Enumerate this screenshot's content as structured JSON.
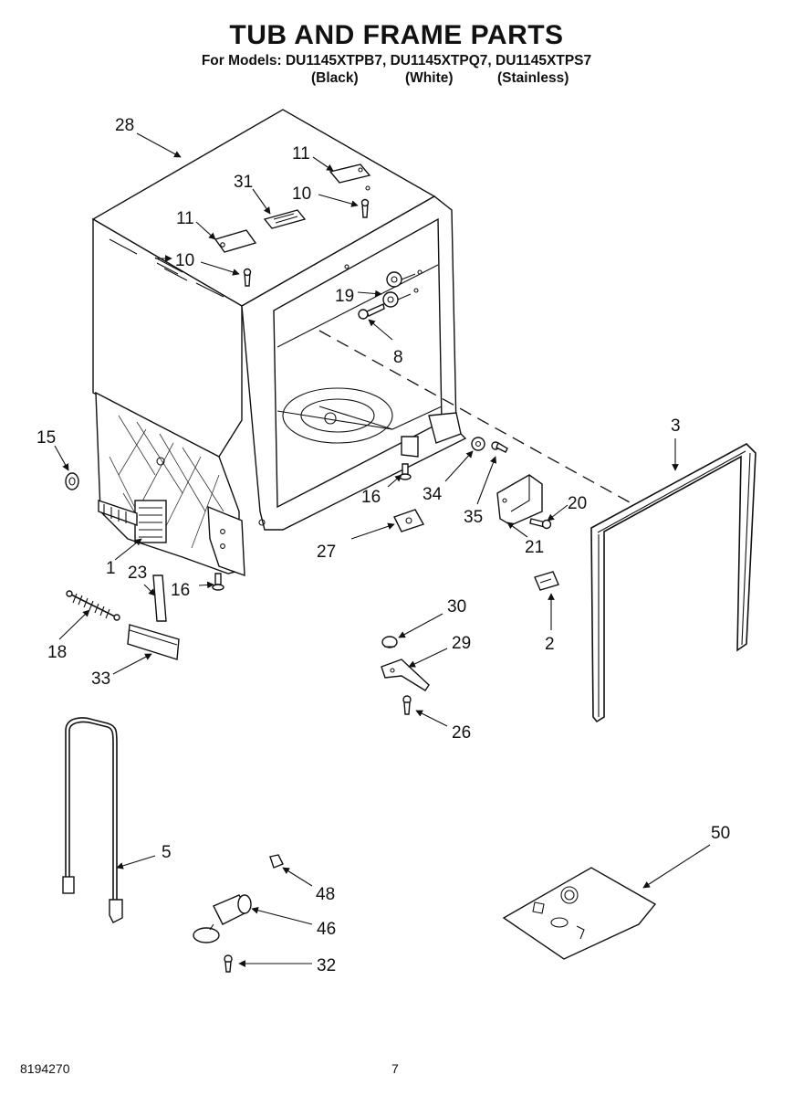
{
  "header": {
    "title": "TUB AND FRAME PARTS",
    "models_line": "For Models: DU1145XTPB7, DU1145XTPQ7, DU1145XTPS7",
    "finishes": [
      "(Black)",
      "(White)",
      "(Stainless)"
    ]
  },
  "callouts": {
    "p1": "1",
    "p2": "2",
    "p3": "3",
    "p5": "5",
    "p8": "8",
    "p10a": "10",
    "p10b": "10",
    "p11a": "11",
    "p11b": "11",
    "p15": "15",
    "p16a": "16",
    "p16b": "16",
    "p18": "18",
    "p19": "19",
    "p20": "20",
    "p21": "21",
    "p23": "23",
    "p26": "26",
    "p27": "27",
    "p28": "28",
    "p29": "29",
    "p30": "30",
    "p31": "31",
    "p32": "32",
    "p33": "33",
    "p34": "34",
    "p35": "35",
    "p46": "46",
    "p48": "48",
    "p50": "50"
  },
  "footer": {
    "doc_number": "8194270",
    "page_number": "7"
  }
}
